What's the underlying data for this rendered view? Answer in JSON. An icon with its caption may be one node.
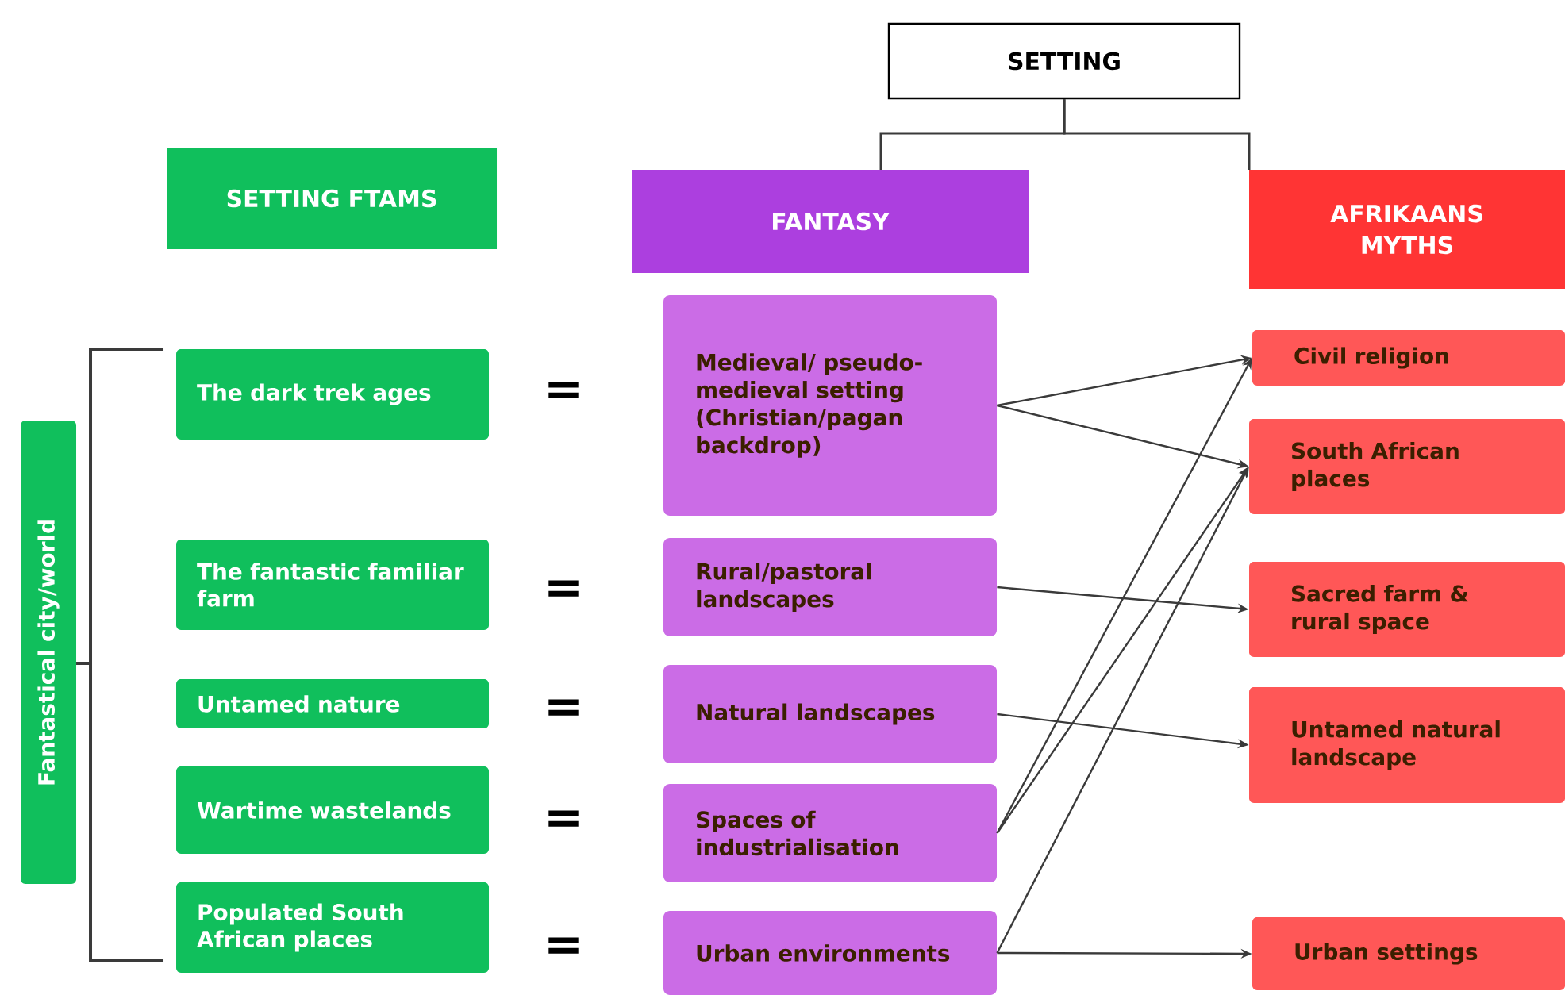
{
  "diagram": {
    "nodes": [
      {
        "text": [
          "SETTING FTAMS"
        ]
      },
      {
        "text": [
          "SETTING"
        ]
      },
      {
        "text": [
          "FANTASY"
        ]
      },
      {
        "text": [
          "AFRIKAANS MYTHS"
        ]
      },
      {
        "text": [
          "Fantastical city/world"
        ]
      },
      {
        "text": [
          "The dark trek ages"
        ]
      },
      {
        "text": [
          "Medieval/ pseudo-medieval setting (Christian/pagan backdrop)"
        ]
      },
      {
        "text": [
          "Civil religion"
        ]
      },
      {
        "text": [
          "South African places"
        ]
      },
      {
        "text": [
          "The fantastic familiar farm"
        ]
      },
      {
        "text": [
          "Rural/pastoral landscapes"
        ]
      },
      {
        "text": [
          "Sacred farm & rural space"
        ]
      },
      {
        "text": [
          "Untamed nature"
        ]
      },
      {
        "text": [
          "Natural landscapes"
        ]
      },
      {
        "text": [
          "Untamed natural landscape"
        ]
      },
      {
        "text": [
          "Wartime wastelands"
        ]
      },
      {
        "text": [
          "Spaces of industrialisation"
        ]
      },
      {
        "text": [
          "Populated South African places"
        ]
      },
      {
        "text": [
          "Urban environments"
        ]
      },
      {
        "text": [
          "Urban settings"
        ]
      }
    ],
    "edges": [
      {
        "from": 1,
        "to": 2,
        "arrow": "none"
      },
      {
        "from": 1,
        "to": 3,
        "arrow": "none"
      },
      {
        "from": 6,
        "to": 7,
        "arrow": "to"
      },
      {
        "from": 6,
        "to": 8,
        "arrow": "to"
      },
      {
        "from": 10,
        "to": 11,
        "arrow": "to"
      },
      {
        "from": 13,
        "to": 14,
        "arrow": "to"
      },
      {
        "from": 16,
        "to": 7,
        "arrow": "to"
      },
      {
        "from": 16,
        "to": 8,
        "arrow": "to"
      },
      {
        "from": 18,
        "to": 8,
        "arrow": "to"
      },
      {
        "from": 18,
        "to": 19,
        "arrow": "to"
      }
    ],
    "labels": [
      "=",
      "=",
      "=",
      "=",
      "="
    ]
  }
}
